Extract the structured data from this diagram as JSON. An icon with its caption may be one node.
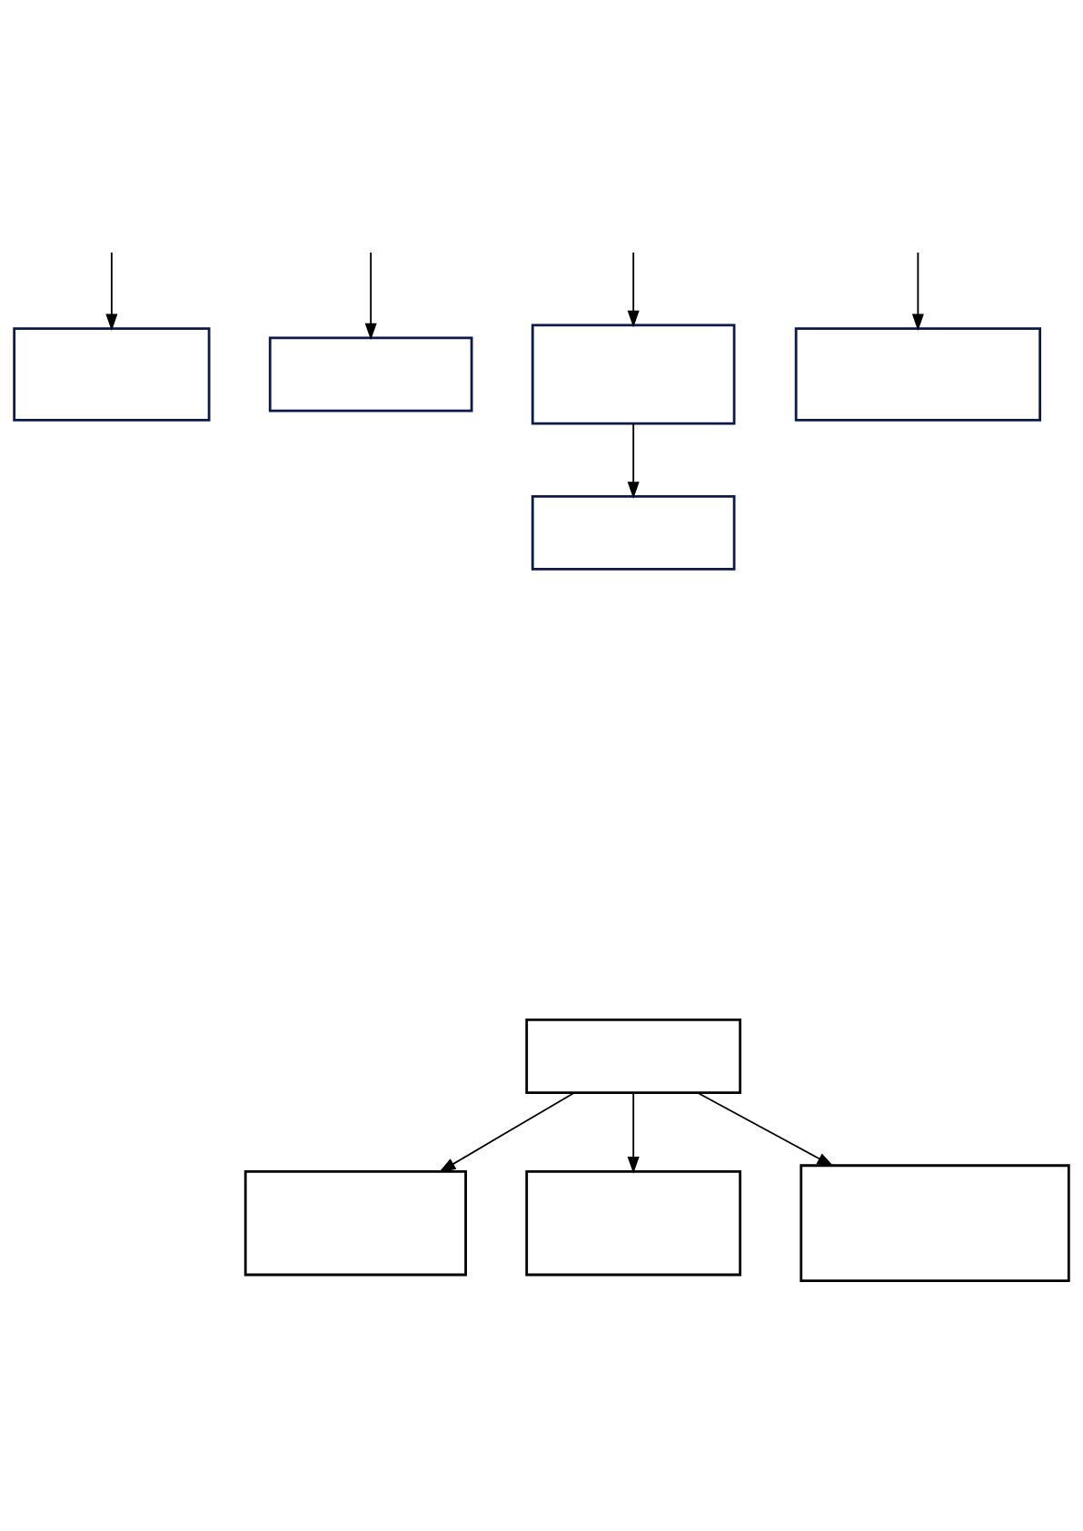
{
  "diagram": {
    "nodes": [
      {
        "text": [],
        "shape": "box"
      },
      {
        "text": [],
        "shape": "box"
      },
      {
        "text": [],
        "shape": "box"
      },
      {
        "text": [],
        "shape": "box"
      },
      {
        "text": [],
        "shape": "box"
      },
      {
        "text": [],
        "shape": "box"
      },
      {
        "text": [],
        "shape": "box"
      },
      {
        "text": [],
        "shape": "box"
      },
      {
        "text": [],
        "shape": "box"
      }
    ],
    "edges": [
      {
        "from": null,
        "to": 0,
        "arrow": "to"
      },
      {
        "from": null,
        "to": 1,
        "arrow": "to"
      },
      {
        "from": null,
        "to": 2,
        "arrow": "to"
      },
      {
        "from": null,
        "to": 3,
        "arrow": "to"
      },
      {
        "from": 2,
        "to": 4,
        "arrow": "to"
      },
      {
        "from": 5,
        "to": 6,
        "arrow": "to"
      },
      {
        "from": 5,
        "to": 7,
        "arrow": "to"
      },
      {
        "from": 5,
        "to": 8,
        "arrow": "to"
      }
    ]
  }
}
